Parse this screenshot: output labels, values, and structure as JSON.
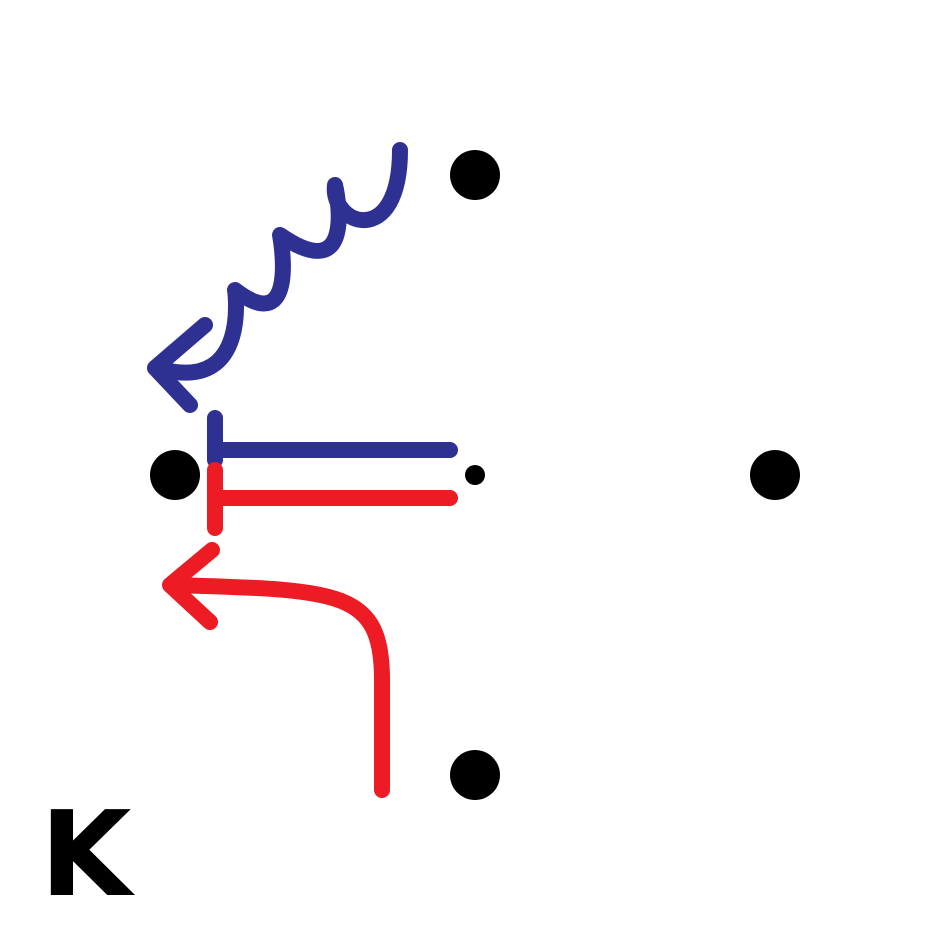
{
  "diagram": {
    "panel_label": "K",
    "colors": {
      "background": "#ffffff",
      "dot": "#000000",
      "blue": "#2e3192",
      "red": "#ed1c24",
      "text": "#000000"
    },
    "nodes": [
      {
        "id": "top"
      },
      {
        "id": "left"
      },
      {
        "id": "center"
      },
      {
        "id": "right"
      },
      {
        "id": "bottom"
      }
    ],
    "arrows": [
      {
        "id": "wavy-arrow",
        "color": "blue",
        "style": "wavy",
        "from": "top",
        "to": "left"
      },
      {
        "id": "curved-arrow",
        "color": "red",
        "style": "curved",
        "from": "bottom",
        "to": "left"
      }
    ],
    "inhibitors": [
      {
        "id": "blue-inhibitor",
        "color": "blue",
        "from": "center",
        "to": "left"
      },
      {
        "id": "red-inhibitor",
        "color": "red",
        "from": "center",
        "to": "left"
      }
    ]
  }
}
